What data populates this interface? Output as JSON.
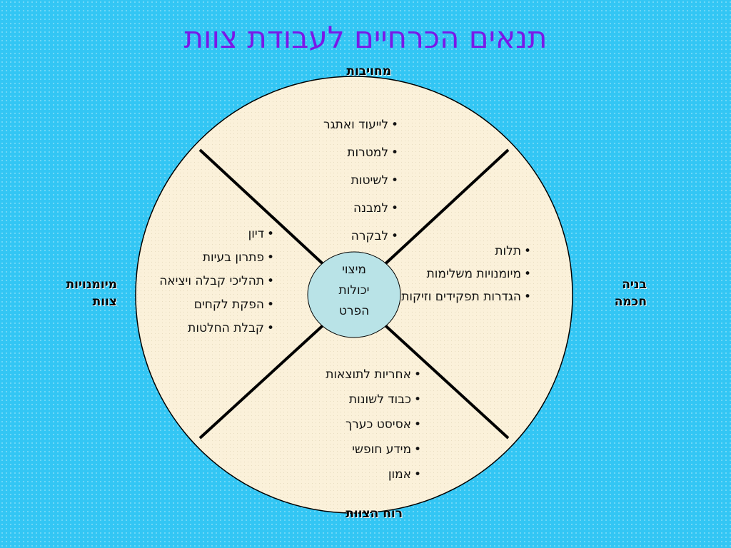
{
  "title": "תנאים הכרחיים לעבודת צוות",
  "outer_labels": {
    "top": [
      "מחויבות"
    ],
    "bottom": [
      "רוח הצוות"
    ],
    "left": [
      "מיומנויות",
      "צוות"
    ],
    "right": [
      "בניה",
      "חכמה"
    ]
  },
  "center": [
    "מיצוי",
    "יכולות",
    "הפרט"
  ],
  "quadrants": {
    "top": [
      "לייעוד ואתגר",
      "למטרות",
      "לשיטות",
      "למבנה",
      "לבקרה"
    ],
    "left": [
      "דיון",
      "פתרון בעיות",
      "תהליכי קבלה ויציאה",
      "הפקת לקחים",
      "קבלת החלטות"
    ],
    "right": [
      "תלות",
      "מיומנויות משלימות",
      "הגדרות תפקידים וזיקות"
    ],
    "bottom": [
      "אחריות לתוצאות",
      "כבוד לשונות",
      "אסיסט כערך",
      "מידע חופשי",
      "אמון"
    ]
  },
  "colors": {
    "background": "#33c6f4",
    "title": "#7a18e8",
    "wheel_fill": "#fbf1da",
    "center_fill": "#b9e3e7"
  }
}
